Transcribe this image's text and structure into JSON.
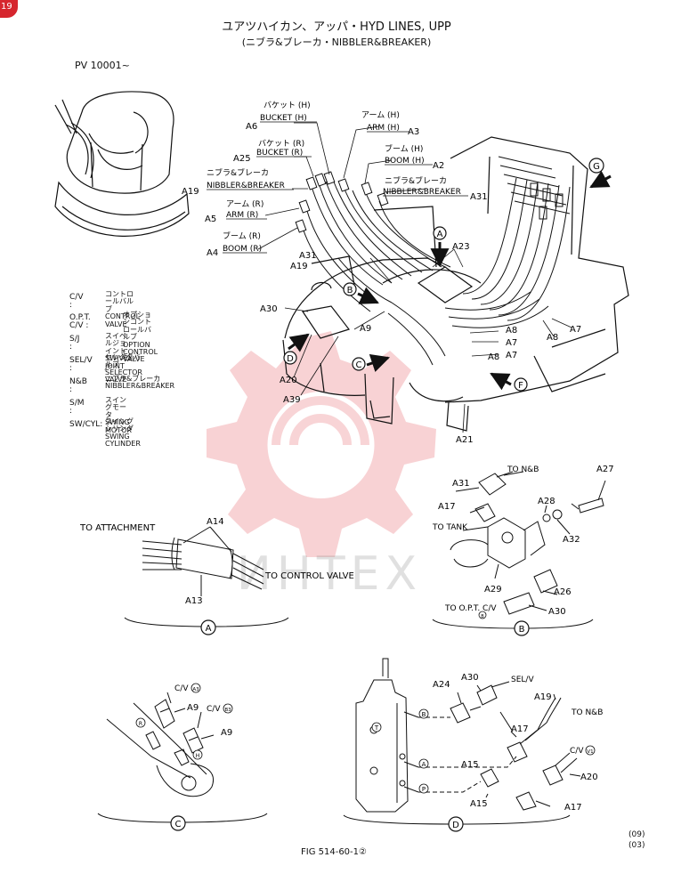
{
  "badge": "19",
  "title": {
    "line1": "ユアツハイカン、アッパ・HYD LINES, UPP",
    "line2": "(ニブラ&ブレーカ・NIBBLER&BREAKER)"
  },
  "serial": "PV 10001~",
  "legend": [
    {
      "key": "C/V :",
      "jp": "コントロールバルブ",
      "en": "CONTROL VALVE"
    },
    {
      "key": "O.P.T. C/V :",
      "jp": "オプションコントロールバルブ",
      "en": "OPTION CONTROL VALVE"
    },
    {
      "key": "S/J :",
      "jp": "スイベルジョイント",
      "en": "SWIVEL JOINT"
    },
    {
      "key": "SEL/V :",
      "jp": "セレクタバルブ",
      "en": "SELECTOR VALVE"
    },
    {
      "key": "N&B :",
      "jp": "ニブラ&ブレーカ",
      "en": "NIBBLER&BREAKER"
    },
    {
      "key": "S/M :",
      "jp": "スイングモータ",
      "en": "SWING MOTOR"
    },
    {
      "key": "SW/CYL:",
      "jp": "スイングシリンダ",
      "en": "SWING CYLINDER"
    }
  ],
  "hose_labels": {
    "bucket_h_jp": "バケット (H)",
    "bucket_h_en": "BUCKET (H)",
    "bucket_r_jp": "バケット (R)",
    "bucket_r_en": "BUCKET (R)",
    "nb_jp": "ニブラ&ブレーカ",
    "nb_en": "NIBBLER&BREAKER",
    "arm_r_jp": "アーム (R)",
    "arm_r_en": "ARM (R)",
    "boom_r_jp": "ブーム (R)",
    "boom_r_en": "BOOM (R)",
    "arm_h_jp": "アーム (H)",
    "arm_h_en": "ARM (H)",
    "boom_h_jp": "ブーム (H)",
    "boom_h_en": "BOOM (H)",
    "nb2_jp": "ニブラ&ブレーカ",
    "nb2_en": "NIBBLER&BREAKER"
  },
  "parts": {
    "a2": "A2",
    "a3": "A3",
    "a4": "A4",
    "a5": "A5",
    "a6": "A6",
    "a7": "A7",
    "a8": "A8",
    "a9": "A9",
    "a13": "A13",
    "a14": "A14",
    "a15": "A15",
    "a17": "A17",
    "a19": "A19",
    "a20": "A20",
    "a21": "A21",
    "a23": "A23",
    "a24": "A24",
    "a25": "A25",
    "a26": "A26",
    "a27": "A27",
    "a28": "A28",
    "a29": "A29",
    "a30": "A30",
    "a31": "A31",
    "a32": "A32",
    "a39": "A39"
  },
  "views": {
    "a": "A",
    "b": "B",
    "c": "C",
    "d": "D",
    "f": "F",
    "g": "G"
  },
  "detail_text": {
    "to_attachment": "TO ATTACHMENT",
    "to_control_valve": "TO CONTROL VALVE",
    "to_nb": "TO N&B",
    "to_tank": "TO TANK",
    "to_opt_cv": "TO O.P.T. C/V",
    "sel_v": "SEL/V",
    "cv": "C/V",
    "port_r": "R",
    "port_h": "H",
    "port_a": "A",
    "port_b": "B",
    "port_p": "P",
    "port_t": "T",
    "circ_a3": "A3",
    "circ_b3": "B3",
    "circ_v1": "V1",
    "circ_b": "B"
  },
  "watermark": "ИНТЕХ",
  "figure": "FIG 514-60-1②",
  "revision": {
    "top": "(09)",
    "bottom": "(03)"
  }
}
